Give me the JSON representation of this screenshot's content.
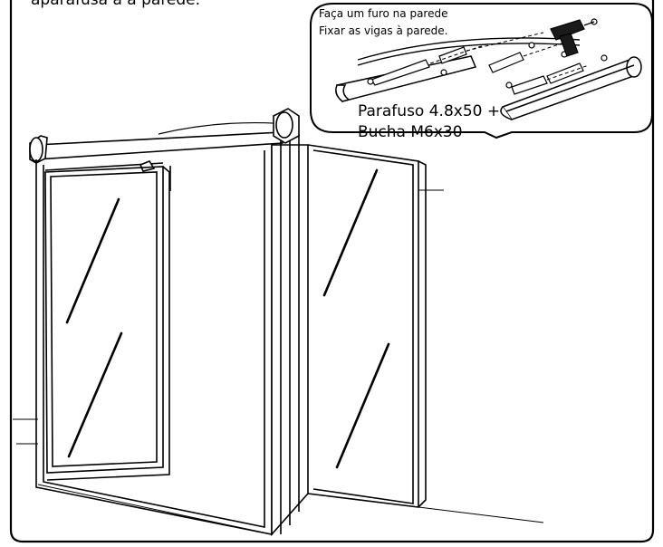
{
  "header": {
    "cut_text": "aparafusa a a parede."
  },
  "inset": {
    "step_line_1": "Faça um furo na parede",
    "step_line_2": "Fixar as vigas à parede.",
    "screw_label_line_1": "Parafuso 4.8x50 +",
    "screw_label_line_2": "Bucha M6x30"
  },
  "colors": {
    "line": "#000000",
    "background": "#ffffff",
    "drill_body": "#1a1a1a"
  }
}
